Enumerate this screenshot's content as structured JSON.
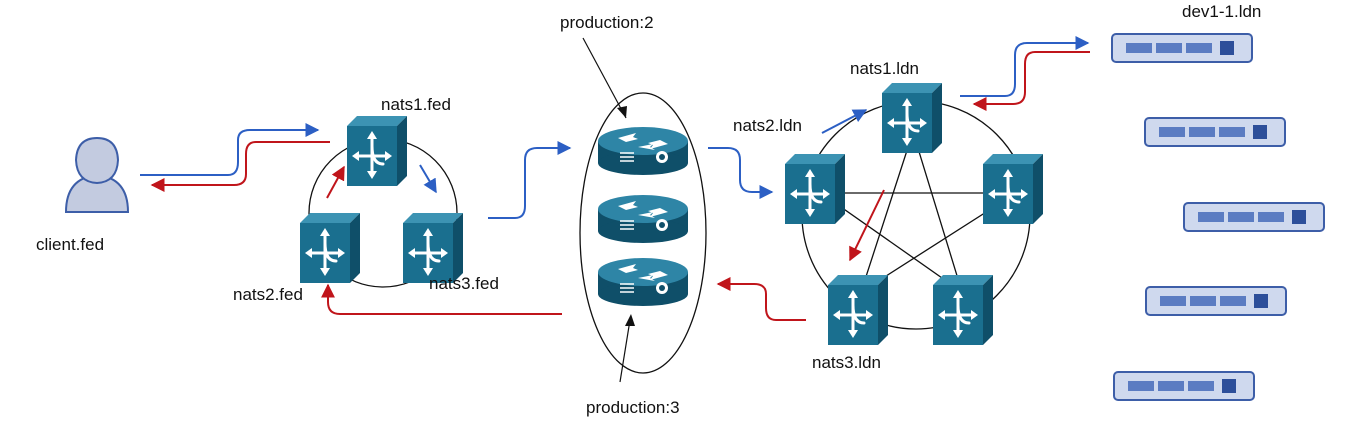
{
  "labels": {
    "client": "client.fed",
    "nats1_fed": "nats1.fed",
    "nats2_fed": "nats2.fed",
    "nats3_fed": "nats3.fed",
    "production2": "production:2",
    "production3": "production:3",
    "nats1_ldn": "nats1.ldn",
    "nats2_ldn": "nats2.ldn",
    "nats3_ldn": "nats3.ldn",
    "dev1": "dev1-1.ldn"
  },
  "colors": {
    "request_arrow": "#2c5fc4",
    "response_arrow": "#c0151b",
    "switch_front": "#1a6f8f",
    "switch_top": "#3c93b3",
    "switch_side": "#0f4f69",
    "router": "#1c6c8b",
    "server_fill": "#cfd9ee",
    "server_border": "#3d5ea8",
    "person": "#c3cbe0"
  },
  "icons": {
    "client": "user-icon",
    "switch": "switch-icon",
    "router": "router-icon",
    "server": "server-icon"
  }
}
